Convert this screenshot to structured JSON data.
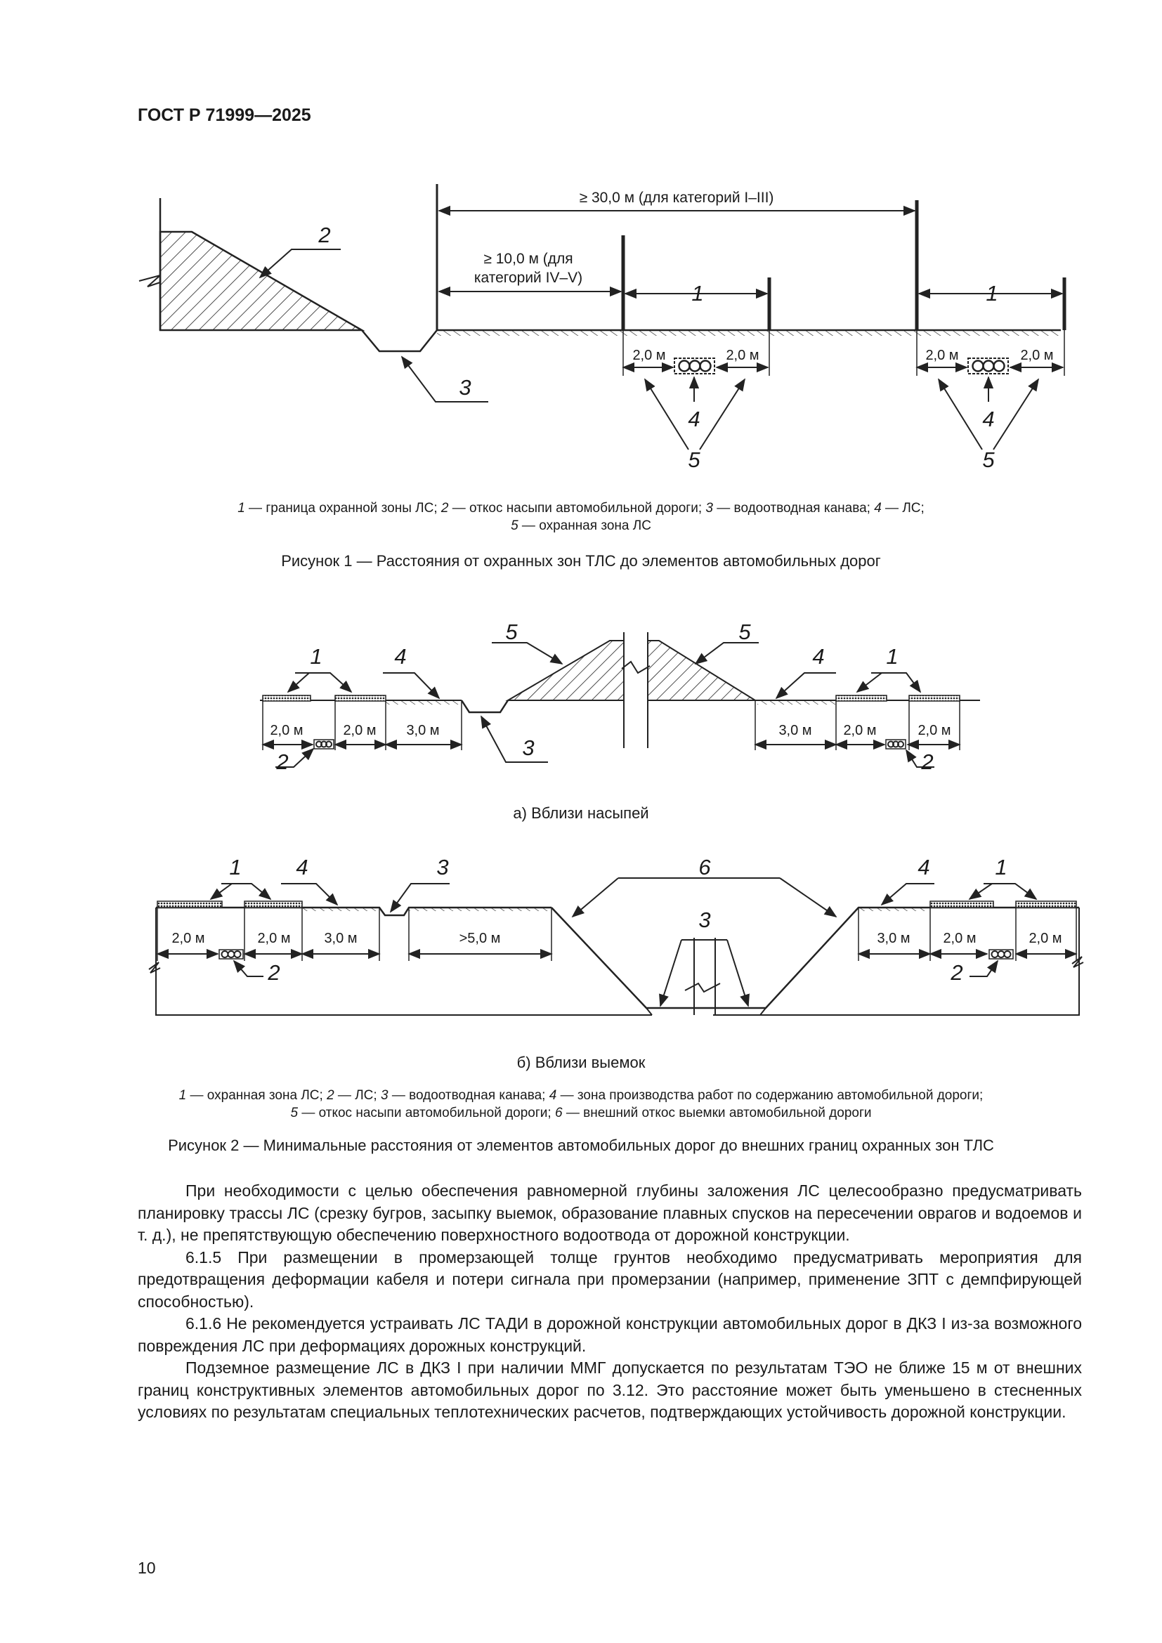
{
  "header": {
    "standard": "ГОСТ Р 71999—2025"
  },
  "figure1": {
    "dim_total": "≥ 30,0 м (для категорий I–III)",
    "dim_near_line1": "≥ 10,0 м (для",
    "dim_near_line2": "категорий IV–V)",
    "dim_2m": "2,0 м",
    "callouts": [
      "1",
      "2",
      "3",
      "4",
      "5"
    ],
    "legend_line1": [
      {
        "n": "1",
        "t": " — граница охранной зоны ЛС; "
      },
      {
        "n": "2",
        "t": " — откос насыпи автомобильной дороги; "
      },
      {
        "n": "3",
        "t": " — водоотводная канава; "
      },
      {
        "n": "4",
        "t": " — ЛС;"
      }
    ],
    "legend_line2": [
      {
        "n": "5",
        "t": " — охранная зона ЛС"
      }
    ],
    "caption": "Рисунок 1 — Расстояния от охранных зон ТЛС до элементов автомобильных дорог"
  },
  "figure2": {
    "dim_2m": "2,0 м",
    "dim_3m": "3,0 м",
    "dim_5m": ">5,0 м",
    "callouts": [
      "1",
      "2",
      "3",
      "4",
      "5",
      "6"
    ],
    "subcaption_a": "а)  Вблизи насыпей",
    "subcaption_b": "б)  Вблизи выемок",
    "legend_line1": [
      {
        "n": "1",
        "t": " — охранная зона ЛС; "
      },
      {
        "n": "2",
        "t": " — ЛС; "
      },
      {
        "n": "3",
        "t": " — водоотводная канава; "
      },
      {
        "n": "4",
        "t": " — зона производства работ по содержанию автомобильной дороги;"
      }
    ],
    "legend_line2": [
      {
        "n": "5",
        "t": " — откос насыпи автомобильной дороги; "
      },
      {
        "n": "6",
        "t": " — внешний откос выемки автомобильной дороги"
      }
    ],
    "caption": "Рисунок 2 — Минимальные расстояния от элементов автомобильных дорог до внешних границ охранных зон ТЛС"
  },
  "body": {
    "paragraphs": [
      "При необходимости с целью обеспечения равномерной глубины заложения ЛС целесообразно предусматривать планировку трассы ЛС (срезку бугров, засыпку выемок, образование плавных спусков на пересечении оврагов и водоемов и т. д.), не препятствующую обеспечению поверхностного водоотвода от дорожной конструкции.",
      "6.1.5 При размещении в промерзающей толще грунтов необходимо предусматривать мероприятия для предотвращения деформации кабеля и потери сигнала при промерзании (например, применение ЗПТ с демпфирующей способностью).",
      "6.1.6 Не рекомендуется устраивать ЛС ТАДИ в дорожной конструкции автомобильных дорог в ДКЗ I из-за возможного повреждения ЛС при деформациях дорожных конструкций.",
      "Подземное размещение ЛС в ДКЗ I при наличии ММГ допускается по результатам ТЭО не ближе 15 м от внешних границ конструктивных элементов автомобильных дорог по 3.12. Это расстояние может быть уменьшено в стесненных условиях по результатам специальных теплотехнических расчетов, подтверждающих устойчивость дорожной конструкции."
    ]
  },
  "page_number": "10"
}
